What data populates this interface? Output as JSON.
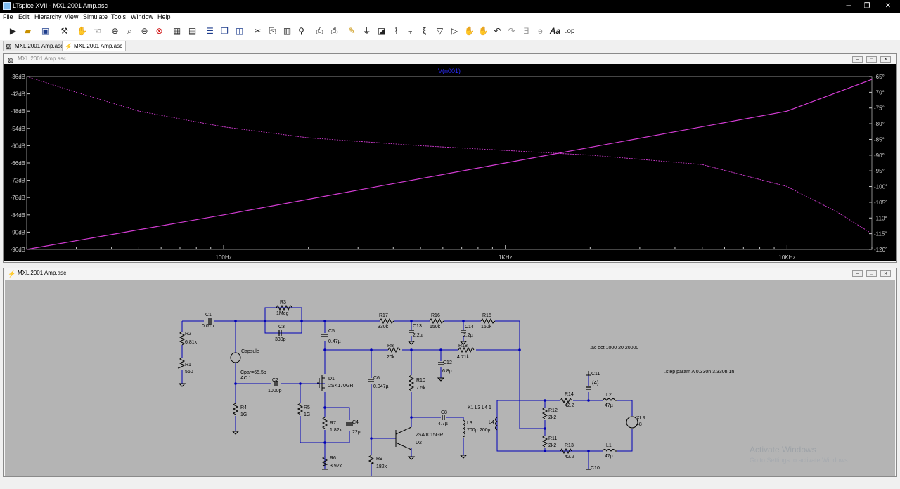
{
  "window": {
    "title": "LTspice XVII - MXL 2001 Amp.asc",
    "minimize": "─",
    "maximize": "❐",
    "close": "✕"
  },
  "menu": [
    "File",
    "Edit",
    "Hierarchy",
    "View",
    "Simulate",
    "Tools",
    "Window",
    "Help"
  ],
  "toolbar_icons": [
    "run-icon",
    "open-icon",
    "save-icon",
    "control-panel-icon",
    "halt-icon",
    "pan-icon",
    "zoom-in-icon",
    "zoom-full-icon",
    "zoom-out-icon",
    "zoom-cancel-icon",
    "autorange-icon",
    "grid-icon",
    "tile-horizontal-icon",
    "cascade-icon",
    "tile-vertical-icon",
    "cut-icon",
    "copy-icon",
    "paste-icon",
    "find-icon",
    "print-icon",
    "print-setup-icon",
    "wire-icon",
    "ground-icon",
    "label-icon",
    "resistor-icon",
    "capacitor-icon",
    "inductor-icon",
    "diode-icon",
    "component-icon",
    "move-icon",
    "drag-icon",
    "undo-icon",
    "redo-icon",
    "rotate-icon",
    "mirror-icon",
    "text-icon",
    "spice-directive-icon"
  ],
  "tabs": [
    {
      "label": "MXL 2001 Amp.asc",
      "active": false
    },
    {
      "label": "MXL 2001 Amp.asc",
      "active": true
    }
  ],
  "plot_window": {
    "title": "MXL 2001 Amp.asc",
    "trace_label": "V(n001)",
    "colors": {
      "background": "#000000",
      "trace": "#d43cd4",
      "grid": "#505050",
      "axis_text": "#c8c8c8",
      "label": "#2b2bff"
    }
  },
  "chart_data": {
    "type": "line",
    "title": "V(n001)",
    "x_scale": "log",
    "xlim": [
      20,
      20000
    ],
    "x_tick_labels": [
      "100Hz",
      "1KHz",
      "10KHz"
    ],
    "y_left_label_ticks": [
      "-36dB",
      "-42dB",
      "-48dB",
      "-54dB",
      "-60dB",
      "-66dB",
      "-72dB",
      "-78dB",
      "-84dB",
      "-90dB",
      "-96dB"
    ],
    "ylim_left": [
      -96,
      -36
    ],
    "y_right_label_ticks": [
      "-65°",
      "-70°",
      "-75°",
      "-80°",
      "-85°",
      "-90°",
      "-95°",
      "-100°",
      "-105°",
      "-110°",
      "-115°",
      "-120°"
    ],
    "ylim_right": [
      -120,
      -65
    ],
    "series": [
      {
        "axis": "left",
        "style": "solid",
        "points": [
          [
            20,
            -96
          ],
          [
            100,
            -84
          ],
          [
            1000,
            -66
          ],
          [
            10000,
            -48
          ],
          [
            20000,
            -37
          ]
        ]
      },
      {
        "axis": "right",
        "style": "dashed",
        "points": [
          [
            20,
            -65
          ],
          [
            30,
            -70
          ],
          [
            50,
            -76
          ],
          [
            100,
            -81
          ],
          [
            200,
            -84.5
          ],
          [
            500,
            -87
          ],
          [
            1000,
            -88.5
          ],
          [
            2000,
            -90
          ],
          [
            5000,
            -93
          ],
          [
            10000,
            -100
          ],
          [
            15000,
            -108
          ],
          [
            20000,
            -115
          ]
        ]
      }
    ]
  },
  "schematic_window": {
    "title": "MXL 2001 Amp.asc",
    "background": "#b4b4b4",
    "wire_color": "#0000b8",
    "labels": {
      "r3": "R3",
      "r3v": "1Meg",
      "c3": "C3",
      "c3v": "330p",
      "c1": "C1",
      "c1v": "0.01µ",
      "r2": "R2",
      "r2v": "6.81k",
      "r1": "R1",
      "r1v": "560",
      "capsule": "Capsule",
      "cpar": "Cpar=65.5p",
      "ac1": "AC 1",
      "c2": "C2",
      "c2v": "1000p",
      "r4": "R4",
      "r4v": "1G",
      "r5": "R5",
      "r5v": "1G",
      "c5": "C5",
      "c5v": "0.47µ",
      "d1": "D1",
      "d1v": "2SK170GR",
      "r7": "R7",
      "r7v": "1.82k",
      "c4": "C4",
      "c4v": "22µ",
      "r6": "R6",
      "r6v": "3.92k",
      "r17": "R17",
      "r17v": "330k",
      "c13": "C13",
      "c13v": "2.2µ",
      "r16": "R16",
      "r16v": "150k",
      "c14": "C14",
      "c14v": "2.2µ",
      "r15": "R15",
      "r15v": "150k",
      "r8": "R8",
      "r8v": "20k",
      "r18": "R18",
      "r18v": "4.71k",
      "c12": "C12",
      "c12v": "6.8µ",
      "c6": "C6",
      "c6v": "0.047µ",
      "r10": "R10",
      "r10v": "7.5k",
      "c8": "C8",
      "c8v": "4.7µ",
      "l3": "L3",
      "l3v": "700µ",
      "l4": "L4",
      "l4v": "200µ",
      "k1": "K1 L3 L4 1",
      "q": "2SA1015GR",
      "d2": "D2",
      "r9": "R9",
      "r9v": "182k",
      "c11": "C11",
      "c11v": "{A}",
      "r14": "R14",
      "r14v": "42.2",
      "r12": "R12",
      "r12v": "2k2",
      "r11": "R11",
      "r11v": "2k2",
      "r13": "R13",
      "r13v": "42.2",
      "l2": "L2",
      "l2v": "47µ",
      "l1": "L1",
      "l1v": "47µ",
      "xlr": "XLR",
      "xlrv": "48",
      "c10": "C10",
      "dir_ac": ".ac oct 1000 20 20000",
      "dir_step": ".step param A 0.330n 3.330n 1n"
    }
  },
  "watermark": {
    "title": "Activate Windows",
    "subtitle": "Go to Settings to activate Windows."
  }
}
